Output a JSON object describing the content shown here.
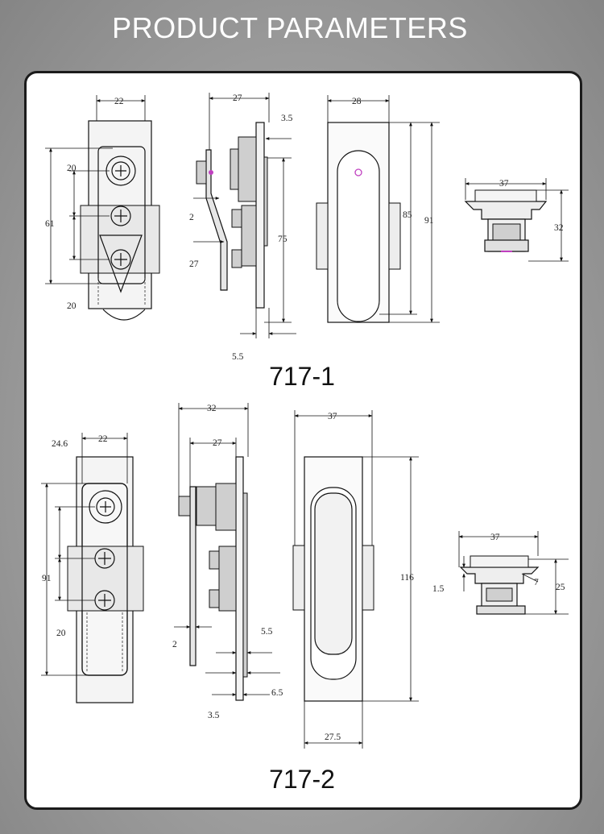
{
  "header": {
    "title": "PRODUCT PARAMETERS"
  },
  "colors": {
    "background": "#a3a3a3",
    "panel": "#ffffff",
    "border": "#1b1b1b",
    "accent_dot": "#c040c0"
  },
  "model_1": {
    "name": "717-1",
    "front": {
      "width": "22",
      "head": "20",
      "height": "61",
      "bottom": "20"
    },
    "side": {
      "depth": "27",
      "plate": "3.5",
      "cam": "2",
      "offset": "27",
      "length": "75",
      "base": "5.5"
    },
    "handle": {
      "width": "28",
      "inner": "85",
      "overall": "91"
    },
    "top_view": {
      "width": "37",
      "height": "32"
    }
  },
  "model_2": {
    "name": "717-2",
    "front": {
      "outer": "24.6",
      "width": "22",
      "height": "91",
      "bottom": "20"
    },
    "side": {
      "depth": "32",
      "inner_depth": "27",
      "cam": "2",
      "gap": "5.5",
      "base": "6.5",
      "plate": "3.5"
    },
    "handle": {
      "width": "37",
      "height": "116",
      "inner_width": "27.5"
    },
    "top_view": {
      "width": "37",
      "flange": "1.5",
      "lip": "7",
      "height": "25"
    }
  }
}
